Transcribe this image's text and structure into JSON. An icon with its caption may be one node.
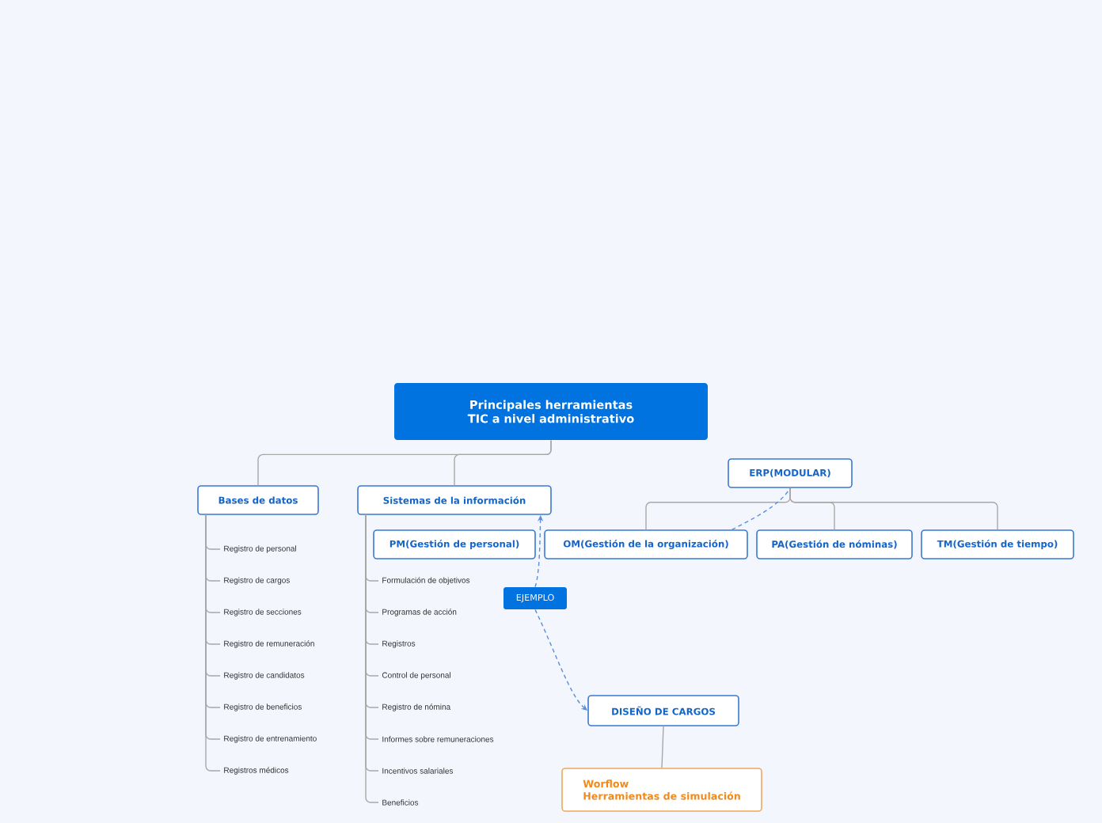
{
  "diagram": {
    "nodes": [
      {
        "text": [
          "Principales herramientas TIC a nivel administrativo"
        ]
      },
      {
        "text": [
          "Bases de datos"
        ]
      },
      {
        "text": [
          "Sistemas de la información"
        ]
      },
      {
        "text": [
          "ERP(MODULAR)"
        ]
      },
      {
        "text": [
          "PM(Gestión de personal)"
        ]
      },
      {
        "text": [
          "OM(Gestión de la organización)"
        ]
      },
      {
        "text": [
          "PA(Gestión de nóminas)"
        ]
      },
      {
        "text": [
          "TM(Gestión de tiempo)"
        ]
      },
      {
        "text": [
          "EJEMPLO"
        ]
      },
      {
        "text": [
          "DISEÑO DE CARGOS"
        ]
      },
      {
        "text": [
          "Worflow",
          "Herramientas de simulación"
        ]
      },
      {
        "text": [
          "Registro de personal"
        ]
      },
      {
        "text": [
          "Registro de cargos"
        ]
      },
      {
        "text": [
          "Registro de secciones"
        ]
      },
      {
        "text": [
          "Registro de remuneración"
        ]
      },
      {
        "text": [
          "Registro de candidatos"
        ]
      },
      {
        "text": [
          "Registro de beneficios"
        ]
      },
      {
        "text": [
          "Registro de entrenamiento"
        ]
      },
      {
        "text": [
          "Registros médicos"
        ]
      },
      {
        "text": [
          "Formulación de objetivos"
        ]
      },
      {
        "text": [
          "Programas de acción"
        ]
      },
      {
        "text": [
          "Registros"
        ]
      },
      {
        "text": [
          "Control de personal"
        ]
      },
      {
        "text": [
          "Registro de nómina"
        ]
      },
      {
        "text": [
          "Informes sobre remuneraciones"
        ]
      },
      {
        "text": [
          "Incentivos salariales"
        ]
      },
      {
        "text": [
          "Beneficios"
        ]
      }
    ],
    "edges": [
      {
        "from": 0,
        "to": 1,
        "arrow": "none"
      },
      {
        "from": 0,
        "to": 2,
        "arrow": "none"
      },
      {
        "from": 3,
        "to": 5,
        "arrow": "none"
      },
      {
        "from": 3,
        "to": 6,
        "arrow": "none"
      },
      {
        "from": 3,
        "to": 7,
        "arrow": "none"
      },
      {
        "from": 5,
        "to": 3,
        "arrow": "none",
        "style": "dashed",
        "color": "#5b8fd9"
      },
      {
        "from": 8,
        "to": 2,
        "arrow": "to",
        "style": "dashed",
        "color": "#5b8fd9"
      },
      {
        "from": 8,
        "to": 9,
        "arrow": "to",
        "style": "dashed",
        "color": "#5b8fd9"
      },
      {
        "from": 9,
        "to": 10,
        "arrow": "none"
      },
      {
        "from": 1,
        "to": 11,
        "arrow": "none"
      },
      {
        "from": 1,
        "to": 12,
        "arrow": "none"
      },
      {
        "from": 1,
        "to": 13,
        "arrow": "none"
      },
      {
        "from": 1,
        "to": 14,
        "arrow": "none"
      },
      {
        "from": 1,
        "to": 15,
        "arrow": "none"
      },
      {
        "from": 1,
        "to": 16,
        "arrow": "none"
      },
      {
        "from": 1,
        "to": 17,
        "arrow": "none"
      },
      {
        "from": 1,
        "to": 18,
        "arrow": "none"
      },
      {
        "from": 2,
        "to": 19,
        "arrow": "none"
      },
      {
        "from": 2,
        "to": 20,
        "arrow": "none"
      },
      {
        "from": 2,
        "to": 21,
        "arrow": "none"
      },
      {
        "from": 2,
        "to": 22,
        "arrow": "none"
      },
      {
        "from": 2,
        "to": 23,
        "arrow": "none"
      },
      {
        "from": 2,
        "to": 24,
        "arrow": "none"
      },
      {
        "from": 2,
        "to": 25,
        "arrow": "none"
      },
      {
        "from": 2,
        "to": 26,
        "arrow": "none"
      }
    ]
  }
}
